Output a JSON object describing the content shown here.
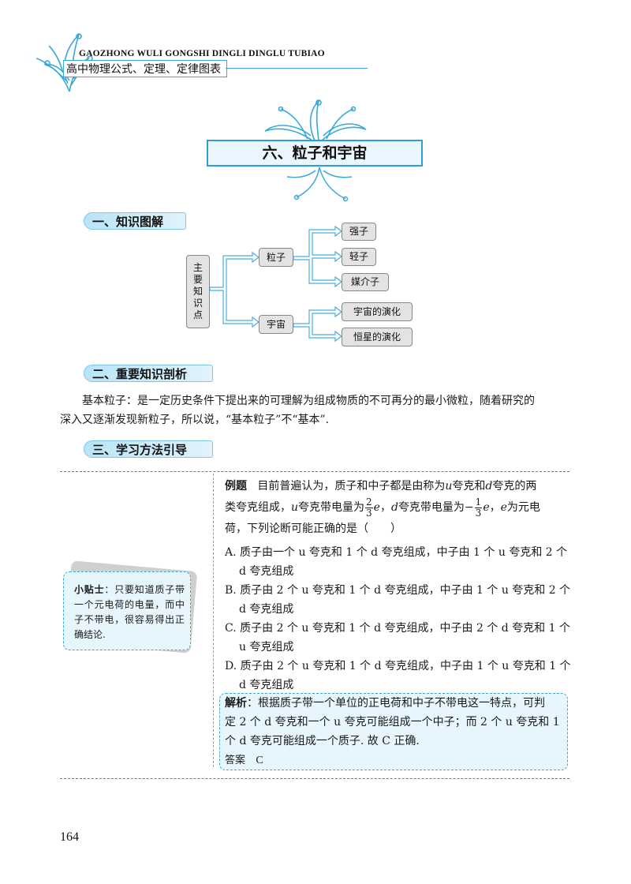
{
  "header": {
    "en_title": "GAOZHONG WULI GONGSHI DINGLI DINGLU TUBIAO",
    "cn_title": "高中物理公式、定理、定律图表"
  },
  "chapter": {
    "title": "六、粒子和宇宙"
  },
  "sections": {
    "s1": "一、知识图解",
    "s2": "二、重要知识剖析",
    "s3": "三、学习方法引导"
  },
  "diagram": {
    "root_chars": [
      "主",
      "要",
      "知",
      "识",
      "点"
    ],
    "branch1": "粒子",
    "branch1_children": [
      "强子",
      "轻子",
      "媒介子"
    ],
    "branch2": "宇宙",
    "branch2_children": [
      "宇宙的演化",
      "恒星的演化"
    ]
  },
  "analysis": {
    "line1": "基本粒子：是一定历史条件下提出来的可理解为组成物质的不可再分的最小微粒，随着研究的",
    "line2": "深入又逐渐发现新粒子，所以说，“基本粒子”不“基本”."
  },
  "tip": {
    "label": "小贴士",
    "text": "：只要知道质子带一个元电荷的电量，而中子不带电，很容易得出正确结论."
  },
  "example": {
    "label": "例题",
    "l1a": "目前普遍认为，质子和中子都是由称为",
    "u": "u",
    "l1b": "夸克和",
    "d": "d",
    "l1c": "夸克的两",
    "l2a": "类夸克组成，",
    "l2b": "夸克带电量为",
    "f1_num": "2",
    "f1_den": "3",
    "e": "e",
    "l2c": "，",
    "l2d": "夸克带电量为−",
    "f2_num": "1",
    "f2_den": "3",
    "l2e": "，",
    "l2f": "为元电",
    "l3": "荷，下列论断可能正确的是（　　）"
  },
  "options": [
    {
      "l1": "A. 质子由一个 u 夸克和 1 个 d 夸克组成，中子由 1 个 u 夸克和 2 个",
      "l2": "d 夸克组成"
    },
    {
      "l1": "B. 质子由 2 个 u 夸克和 1 个 d 夸克组成，中子由 1 个 u 夸克和 2 个",
      "l2": "d 夸克组成"
    },
    {
      "l1": "C. 质子由 2 个 u 夸克和 1 个 d 夸克组成，中子由 2 个 d 夸克和 1 个",
      "l2": "u 夸克组成"
    },
    {
      "l1": "D. 质子由 2 个 u 夸克和 1 个 d 夸克组成，中子由 1 个 u 夸克和 1 个",
      "l2": "d 夸克组成"
    }
  ],
  "solution": {
    "label": "解析",
    "l1": "：根据质子带一个单位的正电荷和中子不带电这一特点，可判",
    "l2": "定 2 个 d 夸克和一个 u 夸克可能组成一个中子；而 2 个 u 夸克和 1",
    "l3": "个 d 夸克可能组成一个质子. 故 C 正确.",
    "answer_label": "答案",
    "answer": "C"
  },
  "page_number": "164",
  "colors": {
    "accent": "#2b9fd6",
    "section_fill": "#b9e4f7",
    "tip_fill": "#e7f5fc",
    "diagram_box": "#e3e3e3"
  }
}
